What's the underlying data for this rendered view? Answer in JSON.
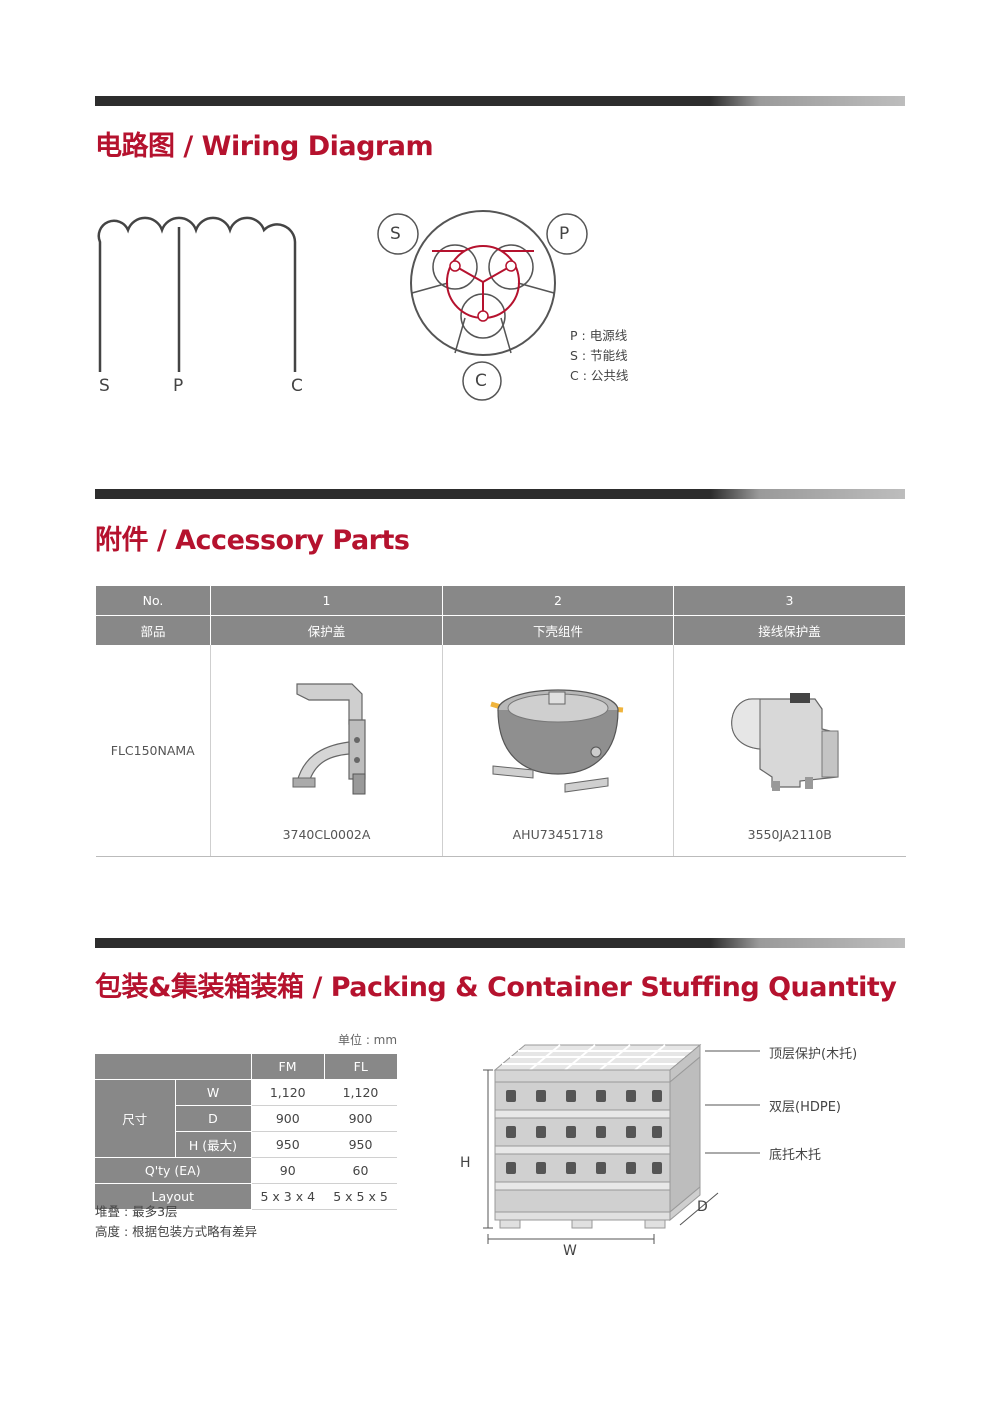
{
  "wiring": {
    "title": "电路图 / Wiring Diagram",
    "coil_terminals": [
      "S",
      "P",
      "C"
    ],
    "pins": {
      "s": "S",
      "p": "P",
      "c": "C"
    },
    "legend": [
      "P : 电源线",
      "S : 节能线",
      "C : 公共线"
    ]
  },
  "accessory": {
    "title": "附件 / Accessory Parts",
    "header_no_label": "No.",
    "header_part_label": "部品",
    "model": "FLC150NAMA",
    "items": [
      {
        "no": "1",
        "name": "保护盖",
        "code": "3740CL0002A",
        "icon": "protector-bracket"
      },
      {
        "no": "2",
        "name": "下壳组件",
        "code": "AHU73451718",
        "icon": "lower-shell"
      },
      {
        "no": "3",
        "name": "接线保护盖",
        "code": "3550JA2110B",
        "icon": "terminal-cover"
      }
    ]
  },
  "packing": {
    "title": "包装&集装箱装箱 / Packing & Container Stuffing Quantity",
    "unit": "单位 : mm",
    "table": {
      "col_fm": "FM",
      "col_fl": "FL",
      "size_label": "尺寸",
      "rows": [
        {
          "label": "W",
          "fm": "1,120",
          "fl": "1,120"
        },
        {
          "label": "D",
          "fm": "900",
          "fl": "900"
        },
        {
          "label": "H (最大)",
          "fm": "950",
          "fl": "950"
        }
      ],
      "qty": {
        "label": "Q'ty (EA)",
        "fm": "90",
        "fl": "60"
      },
      "layout": {
        "label": "Layout",
        "fm": "5 x 3 x 4",
        "fl": "5 x 5 x 5"
      }
    },
    "notes": [
      "堆叠 : 最多3层",
      "高度 : 根据包装方式略有差异"
    ],
    "pallet_labels": {
      "top": "顶层保护(木托)",
      "middle": "双层(HDPE)",
      "bottom": "底托木托",
      "h": "H",
      "w": "W",
      "d": "D"
    }
  },
  "colors": {
    "accent": "#b5122e",
    "header_gray": "#888888",
    "bar_dark": "#2d2d2d"
  }
}
